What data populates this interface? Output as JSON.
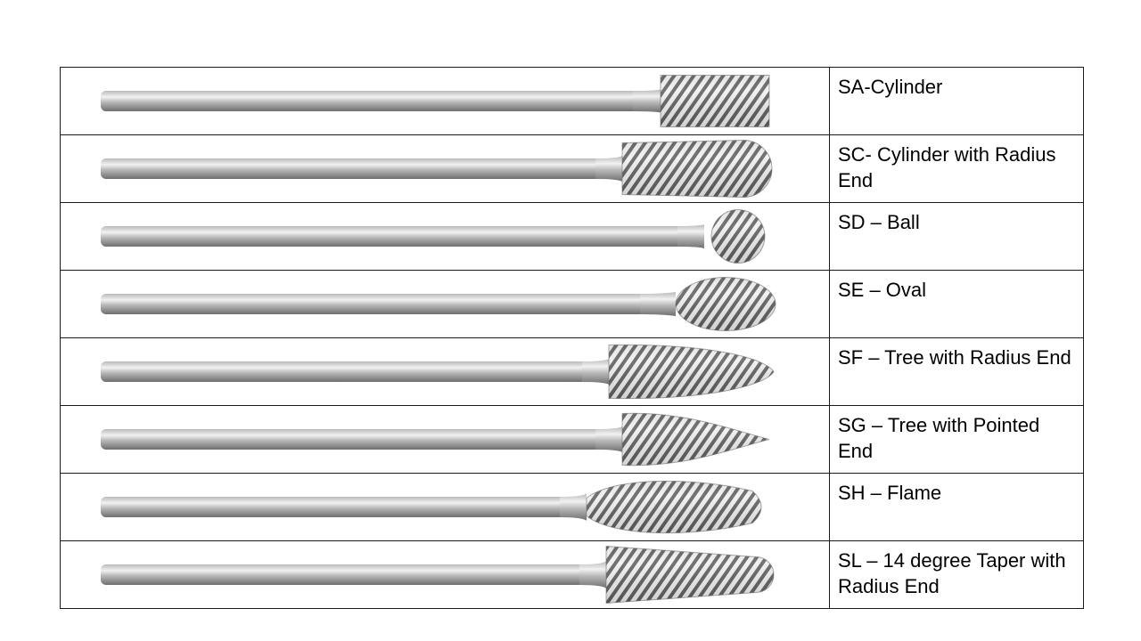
{
  "colors": {
    "border": "#1a1a1a",
    "steel_light": "#f2f2f2",
    "steel_mid": "#b9b9b9",
    "steel_dark": "#6e6e6e",
    "flute_dark": "#4a4a4a"
  },
  "rows": [
    {
      "label": "SA-Cylinder",
      "shape": "cylinder",
      "icon": "cylinder-burr-icon"
    },
    {
      "label": "SC- Cylinder with Radius End",
      "shape": "cylinder-radius",
      "icon": "cylinder-radius-burr-icon"
    },
    {
      "label": "SD – Ball",
      "shape": "ball",
      "icon": "ball-burr-icon"
    },
    {
      "label": "SE – Oval",
      "shape": "oval",
      "icon": "oval-burr-icon"
    },
    {
      "label": "SF – Tree with Radius End",
      "shape": "tree-radius",
      "icon": "tree-radius-burr-icon"
    },
    {
      "label": "SG – Tree with Pointed End",
      "shape": "tree-pointed",
      "icon": "tree-pointed-burr-icon"
    },
    {
      "label": "SH – Flame",
      "shape": "flame",
      "icon": "flame-burr-icon"
    },
    {
      "label": "SL – 14 degree Taper with Radius End",
      "shape": "taper",
      "icon": "taper-burr-icon"
    }
  ]
}
